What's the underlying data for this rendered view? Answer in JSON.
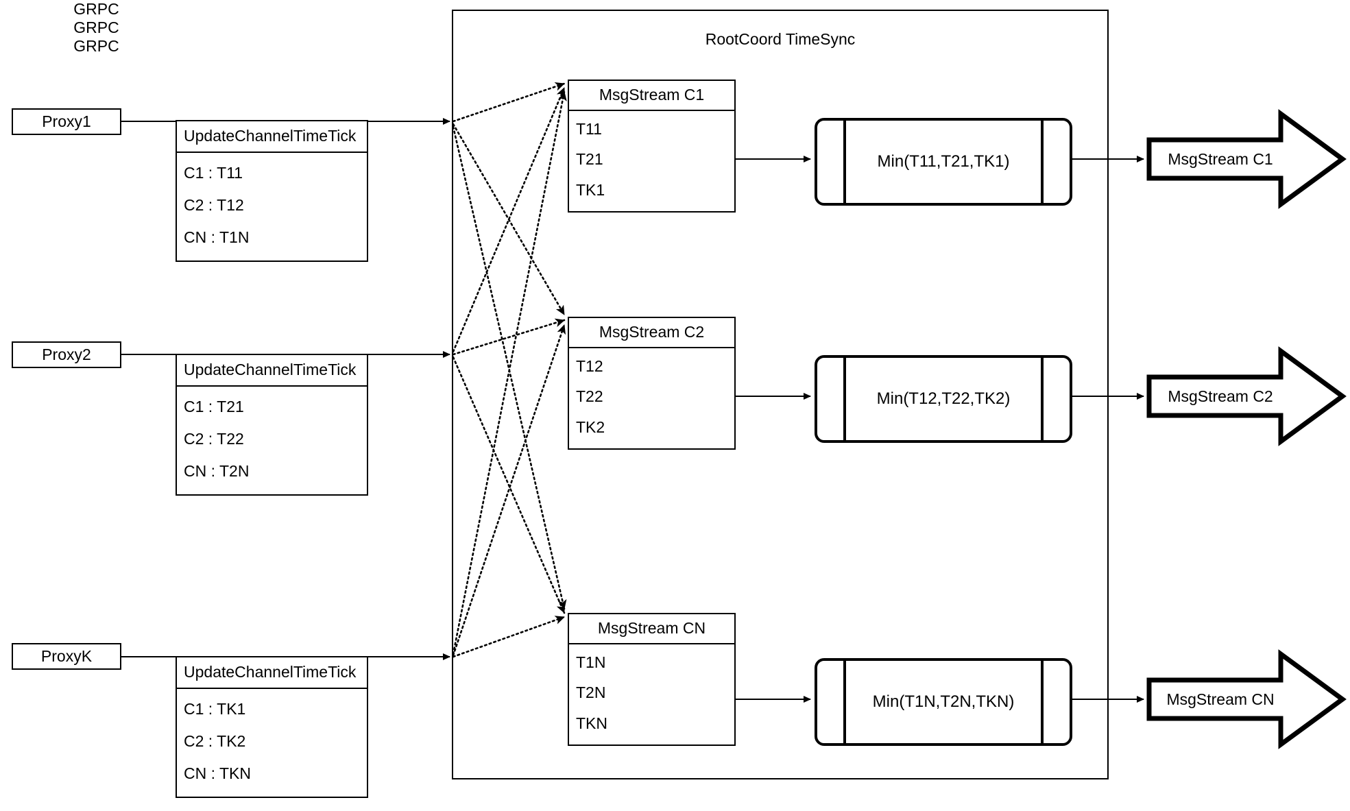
{
  "diagram": {
    "container_title": "RootCoord TimeSync",
    "grpc_label": "GRPC",
    "tick_header": "UpdateChannelTimeTick"
  },
  "proxies": [
    {
      "name": "Proxy1",
      "link_label": "GRPC",
      "tick_header": "UpdateChannelTimeTick",
      "rows": [
        "C1 :  T11",
        "C2 :  T12",
        "CN : T1N"
      ]
    },
    {
      "name": "Proxy2",
      "link_label": "GRPC",
      "tick_header": "UpdateChannelTimeTick",
      "rows": [
        "C1 :  T21",
        "C2 :  T22",
        "CN : T2N"
      ]
    },
    {
      "name": "ProxyK",
      "link_label": "GRPC",
      "tick_header": "UpdateChannelTimeTick",
      "rows": [
        "C1 :  TK1",
        "C2 :  TK2",
        "CN : TKN"
      ]
    }
  ],
  "channels": [
    {
      "stream_title": "MsgStream C1",
      "stream_rows": [
        "T11",
        "T21",
        "TK1"
      ],
      "min_label": "Min(T11,T21,TK1)",
      "output_label": "MsgStream C1"
    },
    {
      "stream_title": "MsgStream C2",
      "stream_rows": [
        "T12",
        "T22",
        "TK2"
      ],
      "min_label": "Min(T12,T22,TK2)",
      "output_label": "MsgStream C2"
    },
    {
      "stream_title": "MsgStream CN",
      "stream_rows": [
        "T1N",
        "T2N",
        "TKN"
      ],
      "min_label": "Min(T1N,T2N,TKN)",
      "output_label": "MsgStream CN"
    }
  ],
  "colors": {
    "stroke": "#000000",
    "background": "#ffffff"
  }
}
